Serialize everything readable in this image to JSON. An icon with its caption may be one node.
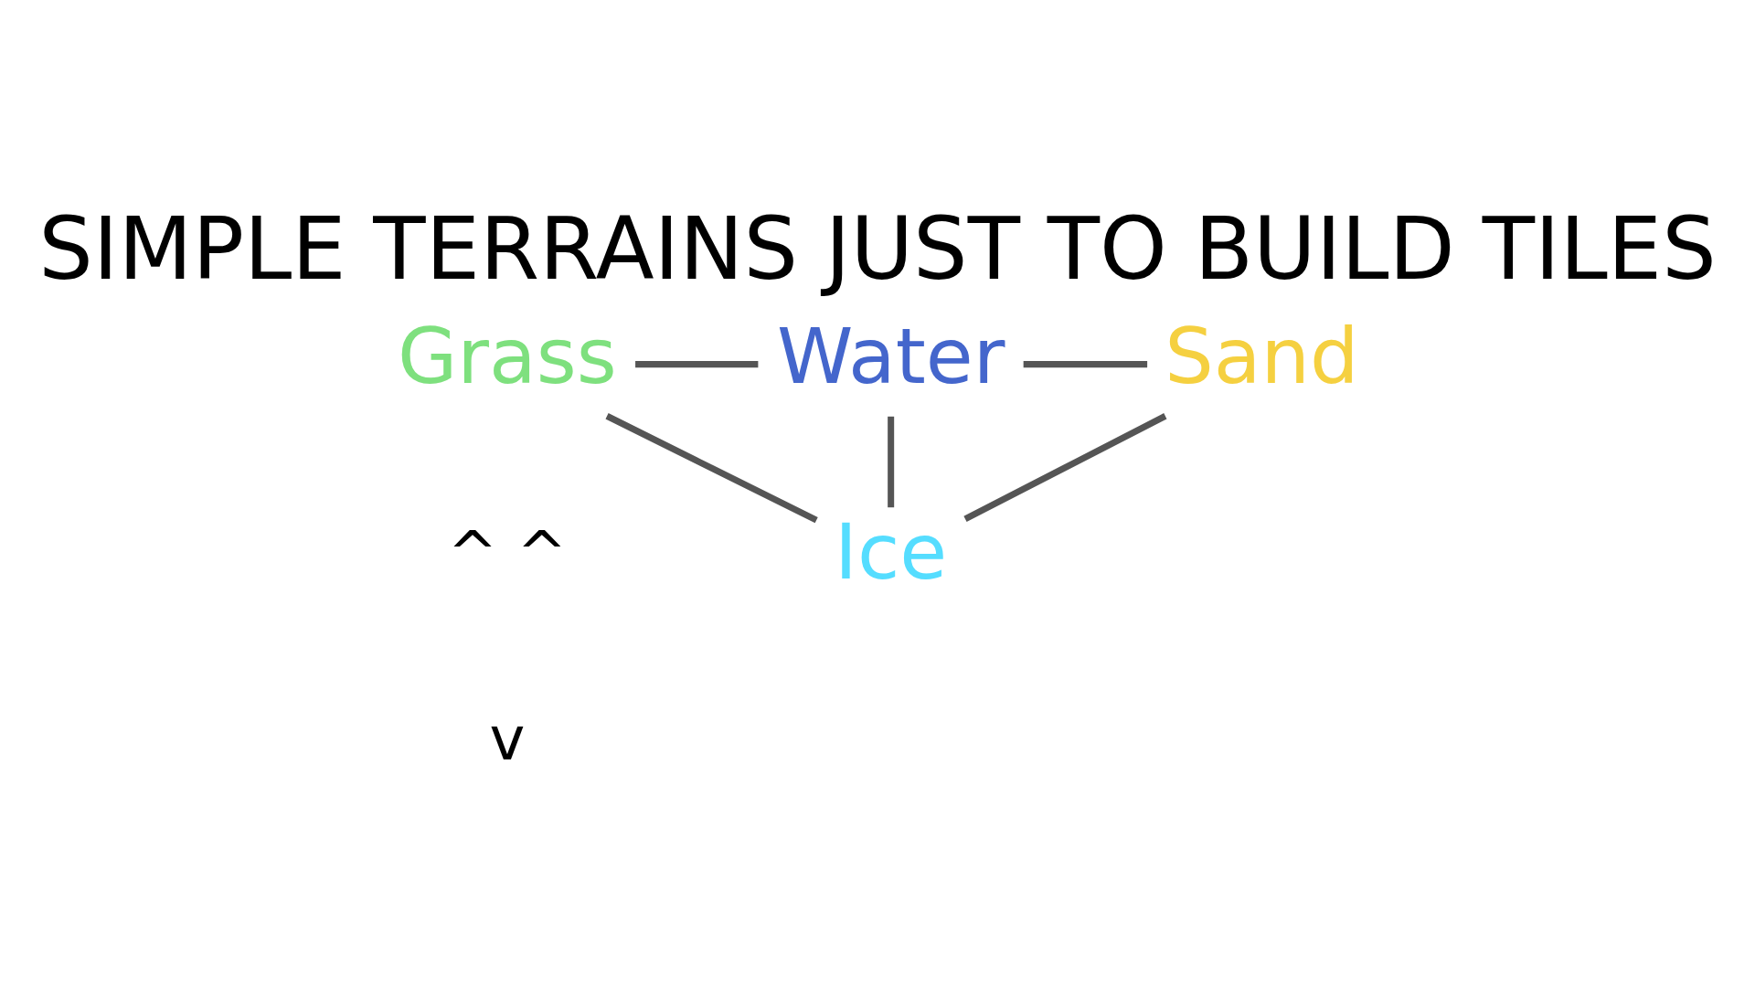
{
  "diagram": {
    "title": "SIMPLE TERRAINS JUST TO BUILD TILES",
    "nodes": [
      {
        "text": [
          "Grass"
        ]
      },
      {
        "text": [
          "Water"
        ]
      },
      {
        "text": [
          "Sand"
        ]
      },
      {
        "text": [
          "Ice"
        ]
      }
    ],
    "edges": [
      {
        "from": 0,
        "to": 1,
        "arrow": "none"
      },
      {
        "from": 1,
        "to": 2,
        "arrow": "none"
      },
      {
        "from": 0,
        "to": 3,
        "arrow": "none"
      },
      {
        "from": 1,
        "to": 3,
        "arrow": "none"
      },
      {
        "from": 2,
        "to": 3,
        "arrow": "none"
      }
    ],
    "labels": [
      "^ ^",
      "v"
    ]
  }
}
